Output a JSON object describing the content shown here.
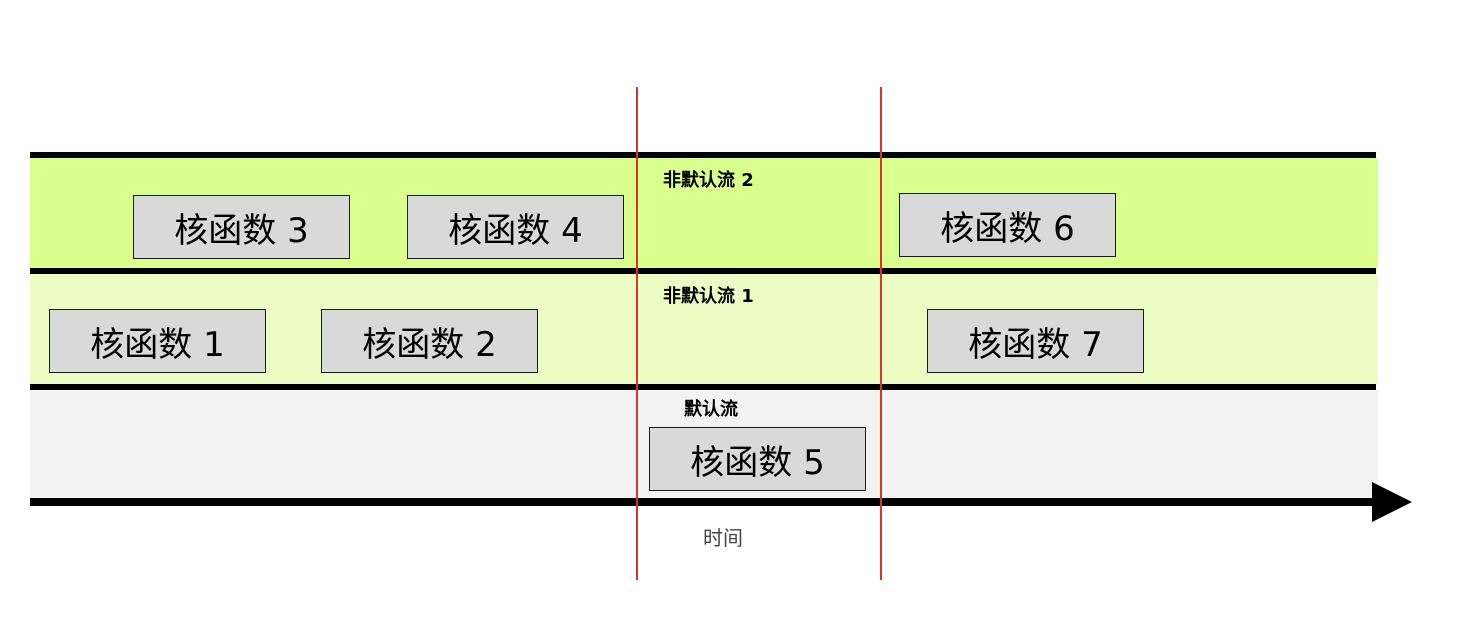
{
  "lanes": {
    "stream2": {
      "label": "非默认流 2",
      "color": "#daff8c"
    },
    "stream1": {
      "label": "非默认流 1",
      "color": "#ebfcc4"
    },
    "default": {
      "label": "默认流",
      "color": "#f2f2f2"
    }
  },
  "kernels": {
    "k1": "核函数 1",
    "k2": "核函数 2",
    "k3": "核函数 3",
    "k4": "核函数 4",
    "k5": "核函数 5",
    "k6": "核函数 6",
    "k7": "核函数 7"
  },
  "axis": {
    "label": "时间"
  },
  "colors": {
    "kernel_fill": "#d9d9d9",
    "marker_line": "#d9342b",
    "axis": "#000000"
  }
}
